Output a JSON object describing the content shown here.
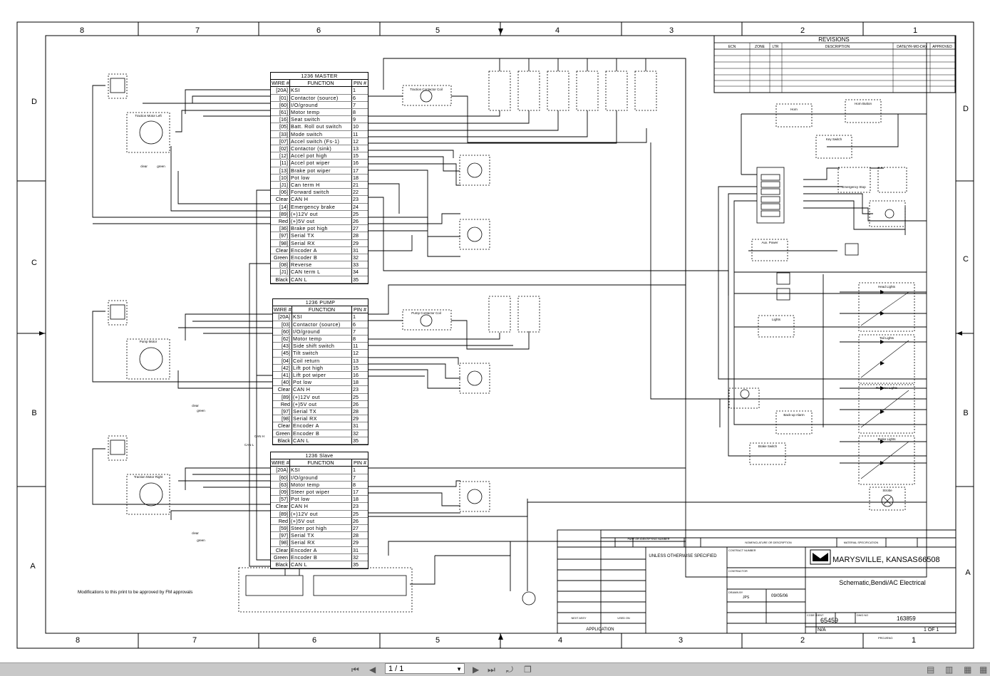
{
  "border": {
    "col_numbers": [
      "8",
      "7",
      "6",
      "5",
      "4",
      "3",
      "2",
      "1"
    ],
    "row_letters": [
      "D",
      "C",
      "B",
      "A"
    ]
  },
  "revisions": {
    "title": "REVISIONS",
    "headers": [
      "ECN",
      "ZONE",
      "LTR",
      "DESCRIPTION",
      "DATE(YR-MO-DA)",
      "APPROVED"
    ]
  },
  "master": {
    "title": "1236 MASTER",
    "headers": [
      "WIRE #",
      "FUNCTION",
      "PIN #"
    ],
    "rows": [
      [
        "[20A]",
        "KSI",
        "1"
      ],
      [
        "[01]",
        "Contactor (source)",
        "6"
      ],
      [
        "[60]",
        "I/O/ground",
        "7"
      ],
      [
        "[61]",
        "Motor temp",
        "8"
      ],
      [
        "[16]",
        "Seat switch",
        "9"
      ],
      [
        "[05]",
        "Batt. Roll out switch",
        "10"
      ],
      [
        "[33]",
        "Mode switch",
        "11"
      ],
      [
        "[07]",
        "Accel switch (Fs-1)",
        "12"
      ],
      [
        "[02]",
        "Contactor (sink)",
        "13"
      ],
      [
        "[12]",
        "Accel pot high",
        "15"
      ],
      [
        "[11]",
        "Accel pot wiper",
        "16"
      ],
      [
        "[13]",
        "Brake pot wiper",
        "17"
      ],
      [
        "[10]",
        "Pot low",
        "18"
      ],
      [
        "[J1]",
        "Can term H",
        "21"
      ],
      [
        "[06]",
        "Forward switch",
        "22"
      ],
      [
        "Clear",
        "CAN H",
        "23"
      ],
      [
        "[14]",
        "Emergency brake",
        "24"
      ],
      [
        "[89]",
        "(+)12V out",
        "25"
      ],
      [
        "Red",
        "(+)5V out",
        "26"
      ],
      [
        "[36]",
        "Brake pot high",
        "27"
      ],
      [
        "[97]",
        "Serial TX",
        "28"
      ],
      [
        "[98]",
        "Serial RX",
        "29"
      ],
      [
        "Clear",
        "Encoder A",
        "31"
      ],
      [
        "Green",
        "Encoder B",
        "32"
      ],
      [
        "[08]",
        "Reverse",
        "33"
      ],
      [
        "[J1]",
        "CAN term L",
        "34"
      ],
      [
        "Black",
        "CAN L",
        "35"
      ]
    ]
  },
  "pump": {
    "title": "1236 PUMP",
    "headers": [
      "WIRE #",
      "FUNCTION",
      "PIN #"
    ],
    "rows": [
      [
        "[20A]",
        "KSI",
        "1"
      ],
      [
        "[03]",
        "Contactor (source)",
        "6"
      ],
      [
        "[60]",
        "I/O/ground",
        "7"
      ],
      [
        "[62]",
        "Motor temp",
        "8"
      ],
      [
        "[43]",
        "Side shift switch",
        "11"
      ],
      [
        "[45]",
        "Tilt switch",
        "12"
      ],
      [
        "[04]",
        "Coil return",
        "13"
      ],
      [
        "[42]",
        "Lift pot high",
        "15"
      ],
      [
        "[41]",
        "Lift pot wiper",
        "16"
      ],
      [
        "[40]",
        "Pot low",
        "18"
      ],
      [
        "Clear",
        "CAN H",
        "23"
      ],
      [
        "[89]",
        "(+)12V out",
        "25"
      ],
      [
        "Red",
        "(+)5V out",
        "26"
      ],
      [
        "[97]",
        "Serial TX",
        "28"
      ],
      [
        "[98]",
        "Serial RX",
        "29"
      ],
      [
        "Clear",
        "Encoder A",
        "31"
      ],
      [
        "Green",
        "Encoder B",
        "32"
      ],
      [
        "Black",
        "CAN L",
        "35"
      ]
    ]
  },
  "slave": {
    "title": "1236 Slave",
    "headers": [
      "WIRE #",
      "FUNCTION",
      "PIN #"
    ],
    "rows": [
      [
        "[20A]",
        "KSI",
        "1"
      ],
      [
        "[60]",
        "I/O/ground",
        "7"
      ],
      [
        "[63]",
        "Motor temp",
        "8"
      ],
      [
        "[09]",
        "Steer pot wiper",
        "17"
      ],
      [
        "[57]",
        "Pot low",
        "18"
      ],
      [
        "Clear",
        "CAN H",
        "23"
      ],
      [
        "[89]",
        "(+)12V out",
        "25"
      ],
      [
        "Red",
        "(+)5V out",
        "26"
      ],
      [
        "[59]",
        "Steer pot high",
        "27"
      ],
      [
        "[97]",
        "Serial TX",
        "28"
      ],
      [
        "[98]",
        "Serial RX",
        "29"
      ],
      [
        "Clear",
        "Encoder A",
        "31"
      ],
      [
        "Green",
        "Encoder B",
        "32"
      ],
      [
        "Black",
        "CAN L",
        "35"
      ]
    ]
  },
  "labels": {
    "traction_contactor": "Traction Contactor Coil",
    "pump_contactor": "Pump Contactor Coil",
    "traction_motor_left": "Traction Motor Left",
    "pump_motor": "Pump Motor",
    "traction_motor_right": "Traction Motor Right",
    "horn": "Horn",
    "horn_button": "Horn Button",
    "key_switch": "Key Switch",
    "emergency_stop": "Emergency Stop",
    "aux_power": "Aux. Power",
    "head_lights": "Head Lights",
    "lights": "Lights",
    "tail_lights": "Tail Lights",
    "reverse_lights": "Reverse Lights",
    "backup_alarm": "Back-up Alarm",
    "brake_switch": "Brake Switch",
    "brake_lights": "Brake Lights",
    "strobe": "Strobe",
    "can_h": "CAN H",
    "can_l": "CAN L",
    "clear": "clear",
    "green": "green",
    "modification_note": "Modifications to this print to be approved by FM approvals"
  },
  "titleblock": {
    "unless": "UNLESS OTHERWISE SPECIFIED",
    "city": "MARYSVILLE, KANSAS",
    "zip": "66508",
    "drawing_title": "Schematic,Bendi/AC Electrical",
    "drawn_by_label": "DRAWN BY",
    "drawn_by": "JPS",
    "date": "09/05/06",
    "cage_code": "65459",
    "dwg_no": "163859",
    "scale": "N/A",
    "sheet": "1 OF 1",
    "application": "APPLICATION",
    "next_assy": "NEXT ASSY",
    "used_on": "USED ON",
    "contract_number": "CONTRACT NUMBER",
    "contractor": "CONTRACTOR",
    "nomenclature": "NOMENCLATURE OR DESCRIPTION",
    "part_no": "PART OR IDENTIFYING NUMBER",
    "material": "MATERIAL SPECIFICATION",
    "code_ident": "CODE IDENT",
    "dwg_no_label": "DWG NO",
    "proj_eng": "PROJ/ENG"
  },
  "viewer": {
    "page_display": "1 / 1"
  }
}
